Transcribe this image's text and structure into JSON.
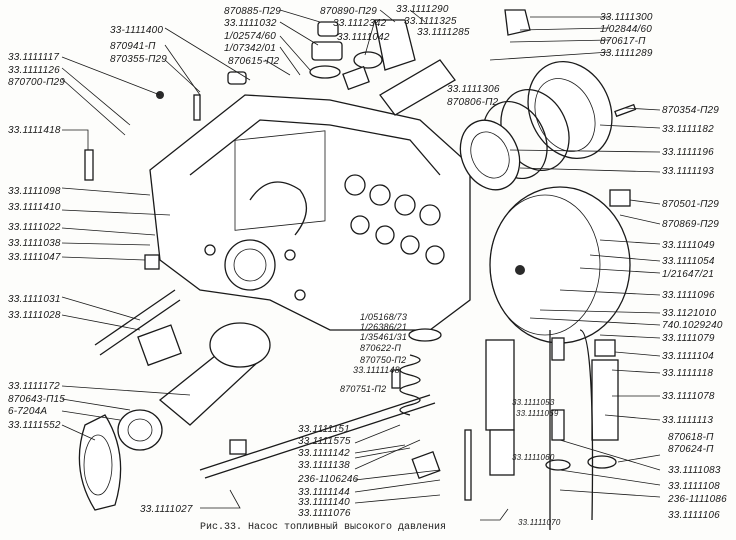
{
  "caption": "Рис.33. Насос топливный высокого давления",
  "labels_left": [
    "33.1111117",
    "33.1111126",
    "870700-П29",
    "33.1111418",
    "33.1111098",
    "33.1111410",
    "33.1111022",
    "33.1111038",
    "33.1111047",
    "33.1111031",
    "33.1111028",
    "33.1111172",
    "870643-П15",
    "6-7204А",
    "33.1111552"
  ],
  "labels_top": [
    "33-1111400",
    "870941-П",
    "870355-П29",
    "870885-П29",
    "33.1111032",
    "1/02574/60",
    "1/07342/01",
    "870615-П2",
    "870890-П29",
    "33.1112342",
    "33.1111042",
    "33.1111290",
    "33.1111325",
    "33.1111285",
    "33.1111306",
    "870806-П2"
  ],
  "labels_right": [
    "33.1111300",
    "1/02844/60",
    "870617-П",
    "33.1111289",
    "870354-П29",
    "33.1111182",
    "33.1111196",
    "33.1111193",
    "870501-П29",
    "870869-П29",
    "33.1111049",
    "33.1111054",
    "1/21647/21",
    "33.1111096",
    "33.1121010",
    "740.1029240",
    "33.1111079",
    "33.1111104",
    "33.1111118",
    "33.1111078",
    "33.1111113",
    "870618-П",
    "870624-П",
    "33.1111083",
    "33.1111108",
    "236-1111086",
    "33.1111106"
  ],
  "labels_center": [
    "1/05168/73",
    "1/26386/21",
    "1/35461/31",
    "870622-П",
    "870750-П2",
    "33.1111148",
    "870751-П2",
    "33.1111053",
    "33.1111069",
    "33.1111060",
    "33.1111070"
  ],
  "labels_bottom": [
    "33.1111151",
    "33.1111575",
    "33.1111142",
    "33.1111138",
    "236-1106246",
    "33.1111144",
    "33.1111140",
    "33.1111076",
    "33.1111027"
  ]
}
